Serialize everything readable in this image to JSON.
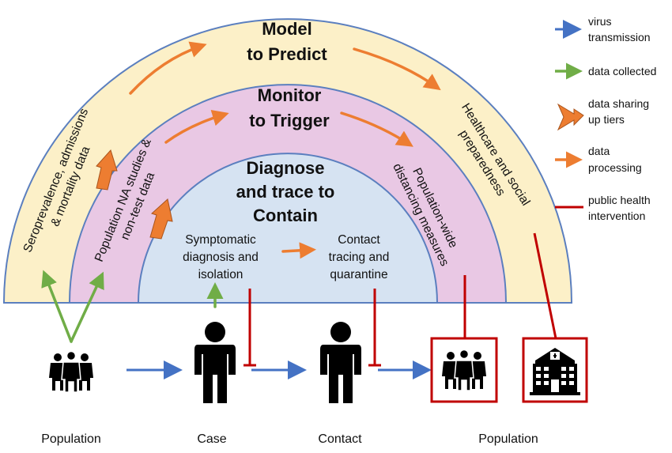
{
  "tiers": {
    "outer": {
      "title_line1": "Model",
      "title_line2": "to Predict"
    },
    "middle": {
      "title_line1": "Monitor",
      "title_line2": "to Trigger"
    },
    "inner": {
      "title_line1": "Diagnose",
      "title_line2": "and trace to",
      "title_line3": "Contain"
    }
  },
  "arc_labels": {
    "outer_left_line1": "Seroprevalence, admissions",
    "outer_left_line2": "& mortality data",
    "middle_left_line1": "Population NA studies &",
    "middle_left_line2": "non-test data",
    "outer_right_line1": "Healthcare and social",
    "outer_right_line2": "preparedness",
    "middle_right_line1": "Population-wide",
    "middle_right_line2": "distancing measures"
  },
  "inner_labels": {
    "symptomatic_line1": "Symptomatic",
    "symptomatic_line2": "diagnosis and",
    "symptomatic_line3": "isolation",
    "contact_line1": "Contact",
    "contact_line2": "tracing and",
    "contact_line3": "quarantine"
  },
  "legend": {
    "virus_line1": "virus",
    "virus_line2": "transmission",
    "data_collected": "data collected",
    "sharing_line1": "data sharing",
    "sharing_line2": "up tiers",
    "processing_line1": "data",
    "processing_line2": "processing",
    "intervention_line1": "public health",
    "intervention_line2": "intervention"
  },
  "captions": {
    "population_left": "Population",
    "case": "Case",
    "contact": "Contact",
    "population_right": "Population"
  },
  "colors": {
    "outer_fill": "#fcf0c8",
    "middle_fill": "#e9c8e4",
    "inner_fill": "#d6e3f2",
    "virus_arrow": "#4472c4",
    "data_collected_arrow": "#70ad47",
    "processing_arrow": "#ed7d31",
    "intervention": "#c00000"
  },
  "icons": [
    "group-of-people-icon",
    "person-icon",
    "hospital-icon"
  ]
}
